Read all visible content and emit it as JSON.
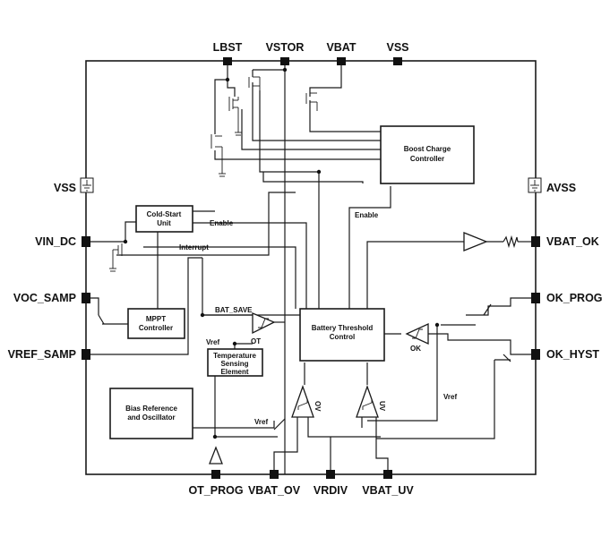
{
  "pins": {
    "top": [
      "LBST",
      "VSTOR",
      "VBAT",
      "VSS"
    ],
    "left": [
      "VSS",
      "VIN_DC",
      "VOC_SAMP",
      "VREF_SAMP"
    ],
    "right": [
      "AVSS",
      "VBAT_OK",
      "OK_PROG",
      "OK_HYST"
    ],
    "bottom": [
      "OT_PROG",
      "VBAT_OV",
      "VRDIV",
      "VBAT_UV"
    ]
  },
  "blocks": {
    "boost": [
      "Boost Charge",
      "Controller"
    ],
    "coldstart": [
      "Cold-Start",
      "Unit"
    ],
    "mppt": [
      "MPPT",
      "Controller"
    ],
    "battery": [
      "Battery Threshold",
      "Control"
    ],
    "temp": [
      "Temperature",
      "Sensing",
      "Element"
    ],
    "bias": [
      "Bias Reference",
      "and Oscillator"
    ]
  },
  "signals": {
    "enable_cold": "Enable",
    "interrupt": "Interrupt",
    "enable_boost": "Enable",
    "bat_save": "BAT_SAVE",
    "vref_temp": "Vref",
    "ot": "OT",
    "ok": "OK",
    "ov": "OV",
    "uv": "UV",
    "vref_bias": "Vref",
    "vref_right": "Vref"
  }
}
